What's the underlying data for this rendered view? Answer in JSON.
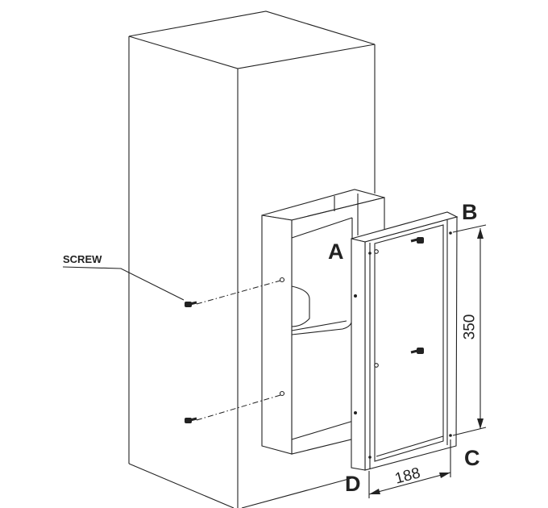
{
  "labels": {
    "a": "A",
    "b": "B",
    "c": "C",
    "d": "D"
  },
  "callout": {
    "screw": "SCREW"
  },
  "dimensions": {
    "height": "350",
    "width": "188"
  }
}
